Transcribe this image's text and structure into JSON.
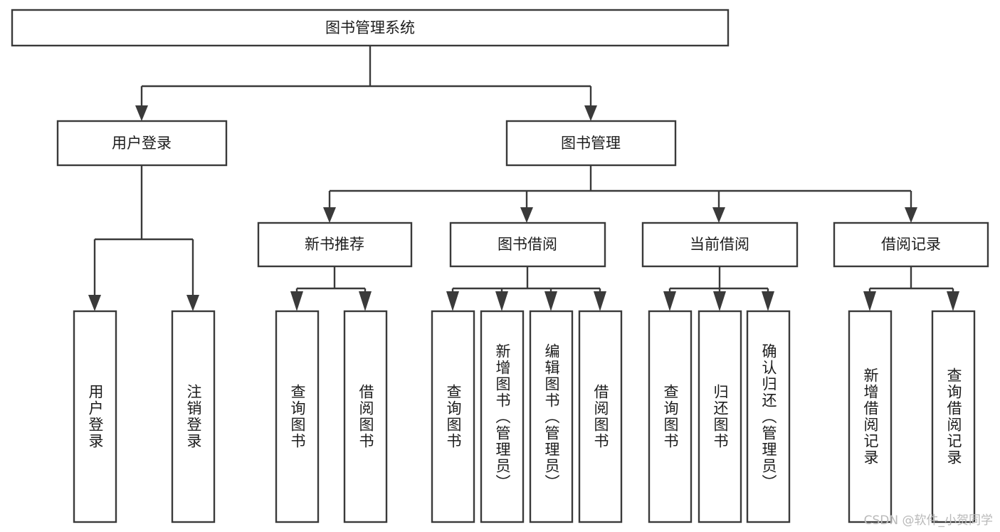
{
  "diagram": {
    "type": "tree-structure-chart",
    "title": "图书管理系统",
    "watermark": "CSDN @软件_小贺同学",
    "colors": {
      "stroke": "#3a3a3a",
      "box_fill": "#ffffff",
      "text": "#1c1c1c",
      "background": "#ffffff",
      "watermark": "#b9b9b9"
    },
    "root": {
      "label": "图书管理系统",
      "orientation": "horizontal"
    },
    "level2": [
      {
        "label": "用户登录",
        "orientation": "horizontal"
      },
      {
        "label": "图书管理",
        "orientation": "horizontal"
      }
    ],
    "level3": [
      {
        "label": "新书推荐",
        "orientation": "horizontal"
      },
      {
        "label": "图书借阅",
        "orientation": "horizontal"
      },
      {
        "label": "当前借阅",
        "orientation": "horizontal"
      },
      {
        "label": "借阅记录",
        "orientation": "horizontal"
      }
    ],
    "leaves": {
      "user_login": [
        {
          "label": "用户登录",
          "orientation": "vertical"
        },
        {
          "label": "注销登录",
          "orientation": "vertical"
        }
      ],
      "new_book_recommend": [
        {
          "label": "查询图书",
          "orientation": "vertical"
        },
        {
          "label": "借阅图书",
          "orientation": "vertical"
        }
      ],
      "book_borrow": [
        {
          "label": "查询图书",
          "orientation": "vertical"
        },
        {
          "label": "新增图书（管理员）",
          "orientation": "vertical"
        },
        {
          "label": "编辑图书（管理员）",
          "orientation": "vertical"
        },
        {
          "label": "借阅图书",
          "orientation": "vertical"
        }
      ],
      "current_borrow": [
        {
          "label": "查询图书",
          "orientation": "vertical"
        },
        {
          "label": "归还图书",
          "orientation": "vertical"
        },
        {
          "label": "确认归还（管理员）",
          "orientation": "vertical"
        }
      ],
      "borrow_record": [
        {
          "label": "新增借阅记录",
          "orientation": "vertical"
        },
        {
          "label": "查询借阅记录",
          "orientation": "vertical"
        }
      ]
    }
  }
}
